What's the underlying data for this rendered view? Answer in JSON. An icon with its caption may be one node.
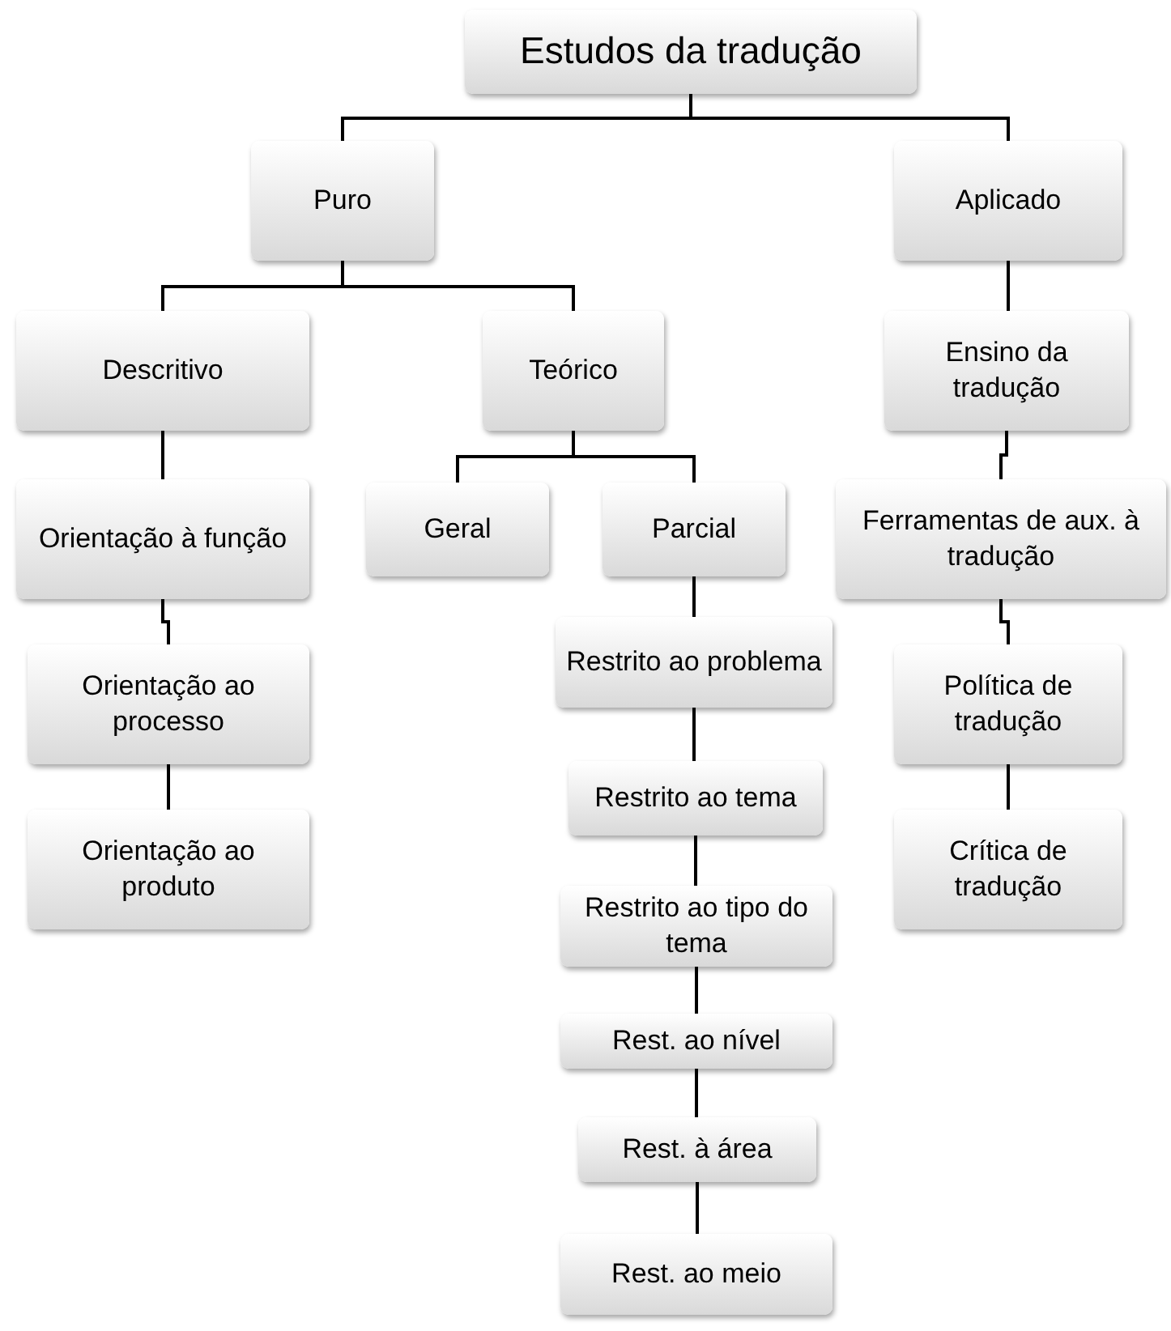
{
  "diagram": {
    "nodes": [
      {
        "text": [
          "Estudos da tradução"
        ]
      },
      {
        "text": [
          "Puro"
        ]
      },
      {
        "text": [
          "Aplicado"
        ]
      },
      {
        "text": [
          "Descritivo"
        ]
      },
      {
        "text": [
          "Teórico"
        ]
      },
      {
        "text": [
          "Geral"
        ]
      },
      {
        "text": [
          "Parcial"
        ]
      },
      {
        "text": [
          "Orientação à função"
        ]
      },
      {
        "text": [
          "Orientação ao processo"
        ]
      },
      {
        "text": [
          "Orientação ao produto"
        ]
      },
      {
        "text": [
          "Restrito ao problema"
        ]
      },
      {
        "text": [
          "Restrito ao tema"
        ]
      },
      {
        "text": [
          "Restrito ao tipo do tema"
        ]
      },
      {
        "text": [
          "Rest. ao nível"
        ]
      },
      {
        "text": [
          "Rest. à área"
        ]
      },
      {
        "text": [
          "Rest. ao meio"
        ]
      },
      {
        "text": [
          "Ensino da tradução"
        ]
      },
      {
        "text": [
          "Ferramentas de aux. à tradução"
        ]
      },
      {
        "text": [
          "Política de tradução"
        ]
      },
      {
        "text": [
          "Crítica de tradução"
        ]
      }
    ],
    "edges": [
      {
        "from": 0,
        "to": 1,
        "arrow": "none"
      },
      {
        "from": 0,
        "to": 2,
        "arrow": "none"
      },
      {
        "from": 1,
        "to": 3,
        "arrow": "none"
      },
      {
        "from": 1,
        "to": 4,
        "arrow": "none"
      },
      {
        "from": 4,
        "to": 5,
        "arrow": "none"
      },
      {
        "from": 4,
        "to": 6,
        "arrow": "none"
      },
      {
        "from": 3,
        "to": 7,
        "arrow": "none"
      },
      {
        "from": 7,
        "to": 8,
        "arrow": "none"
      },
      {
        "from": 8,
        "to": 9,
        "arrow": "none"
      },
      {
        "from": 6,
        "to": 10,
        "arrow": "none"
      },
      {
        "from": 10,
        "to": 11,
        "arrow": "none"
      },
      {
        "from": 11,
        "to": 12,
        "arrow": "none"
      },
      {
        "from": 12,
        "to": 13,
        "arrow": "none"
      },
      {
        "from": 13,
        "to": 14,
        "arrow": "none"
      },
      {
        "from": 14,
        "to": 15,
        "arrow": "none"
      },
      {
        "from": 2,
        "to": 16,
        "arrow": "none"
      },
      {
        "from": 16,
        "to": 17,
        "arrow": "none"
      },
      {
        "from": 17,
        "to": 18,
        "arrow": "none"
      },
      {
        "from": 18,
        "to": 19,
        "arrow": "none"
      }
    ]
  }
}
